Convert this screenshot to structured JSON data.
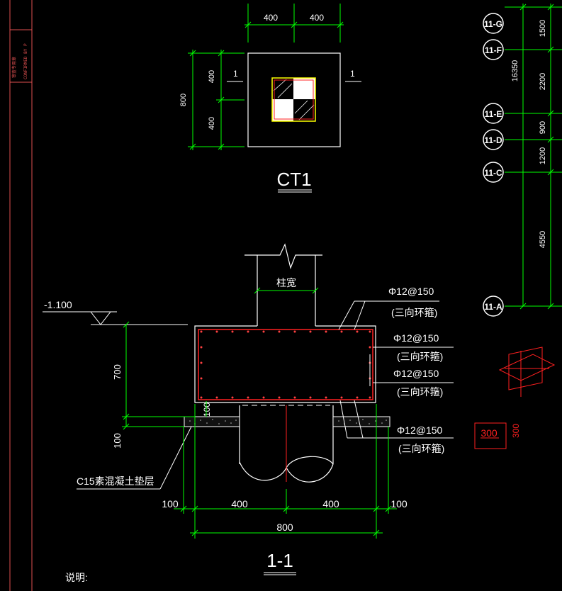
{
  "frame": {
    "stamp_text": "CONFIRMED BY P",
    "stamp_cn": "审查专用章"
  },
  "plan": {
    "dim_top_left": "400",
    "dim_top_right": "400",
    "dim_left_total": "800",
    "dim_left_upper": "400",
    "dim_left_lower": "400",
    "section_mark_left": "1",
    "section_mark_right": "1",
    "title": "CT1"
  },
  "section": {
    "column_label": "柱宽",
    "elevation": "-1.100",
    "dim_height": "700",
    "dim_pad": "100",
    "dim_pad_small": "100",
    "pad_label": "C15素混凝土垫层",
    "rebar_notes": [
      {
        "spec": "Φ12@150",
        "desc": "(三向环箍)"
      },
      {
        "spec": "Φ12@150",
        "desc": "(三向环箍)"
      },
      {
        "spec": "Φ12@150",
        "desc": "(三向环箍)"
      },
      {
        "spec": "Φ12@150",
        "desc": "(三向环箍)"
      }
    ],
    "dim_bottom_left_edge": "100",
    "dim_bottom_left": "400",
    "dim_bottom_right": "400",
    "dim_bottom_right_edge": "100",
    "dim_total": "800",
    "title": "1-1"
  },
  "axes": {
    "labels": [
      "11-G",
      "11-F",
      "11-E",
      "11-D",
      "11-C",
      "11-A"
    ],
    "segment_dims": [
      "1500",
      "2200",
      "900",
      "1200",
      "4550"
    ],
    "total_dim": "16350"
  },
  "tag": {
    "value1": "300",
    "value2": "300"
  },
  "notes": {
    "label": "说明:"
  },
  "colors": {
    "line": "#ffffff",
    "dimension": "#00ff00",
    "rebar": "#ff2020",
    "stamp": "#e05050",
    "hatch": "#ffff00"
  }
}
